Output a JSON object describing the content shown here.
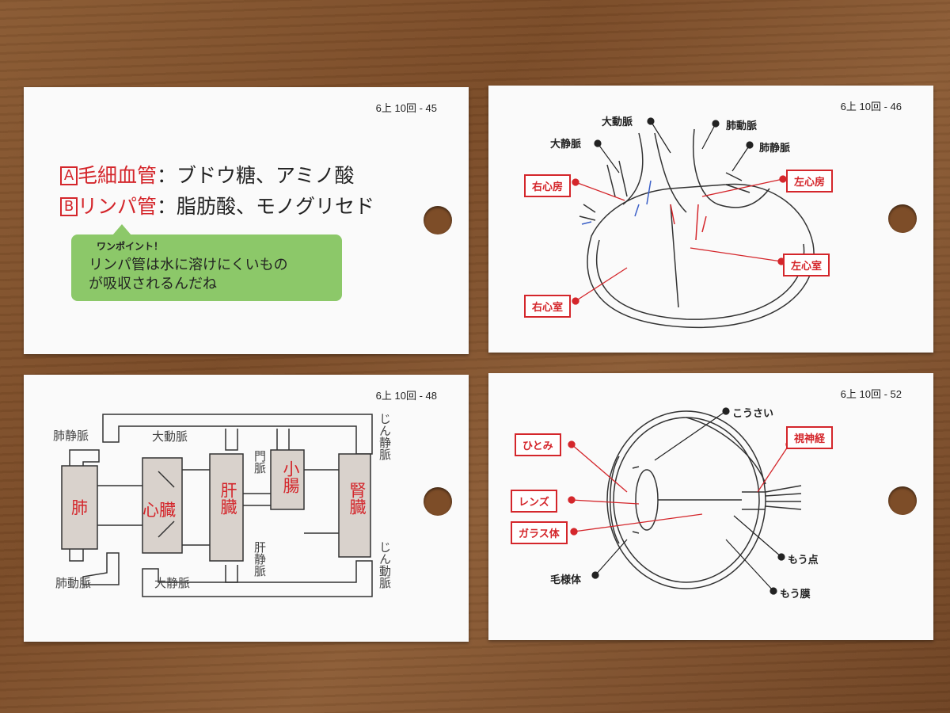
{
  "cards": [
    {
      "number": "6上 10回 - 45",
      "line_a": {
        "marker": "A",
        "term": "毛細血管",
        "colon": "：",
        "desc": "ブドウ糖、アミノ酸"
      },
      "line_b": {
        "marker": "B",
        "term": "リンパ管",
        "colon": "：",
        "desc": "脂肪酸、モノグリセド"
      },
      "onepoint": {
        "title": "ワンポイント！",
        "body_line1": "リンパ管は水に溶けにくいもの",
        "body_line2": "が吸収されるんだね"
      }
    },
    {
      "number": "6上 10回 - 46",
      "black_labels": {
        "aorta": "大動脈",
        "vena_cava": "大静脈",
        "pulmonary_artery": "肺動脈",
        "pulmonary_vein": "肺静脈"
      },
      "red_labels": {
        "right_atrium": "右心房",
        "left_atrium": "左心房",
        "left_ventricle": "左心室",
        "right_ventricle": "右心室"
      }
    },
    {
      "number": "6上 10回 - 48",
      "organs": {
        "lung": "肺",
        "heart": "心臓",
        "liver": "肝臓",
        "small_intestine": "小腸",
        "kidney": "腎臓"
      },
      "vessels": {
        "pulmonary_vein": "肺静脈",
        "pulmonary_artery": "肺動脈",
        "aorta": "大動脈",
        "vena_cava": "大静脈",
        "portal_vein": "門脈",
        "hepatic_vein": "肝静脈",
        "renal_vein": "じん静脈",
        "renal_artery": "じん動脈"
      }
    },
    {
      "number": "6上 10回 - 52",
      "red_labels": {
        "pupil": "ひとみ",
        "lens": "レンズ",
        "vitreous": "ガラス体",
        "optic_nerve": "視神経"
      },
      "black_labels": {
        "iris": "こうさい",
        "ciliary": "毛様体",
        "blind_spot": "もう点",
        "retina": "もう膜"
      }
    }
  ],
  "colors": {
    "accent_red": "#d4262b",
    "bubble_green": "#8cc869",
    "card_bg": "#fafafa",
    "wood": "#7a4b27"
  }
}
